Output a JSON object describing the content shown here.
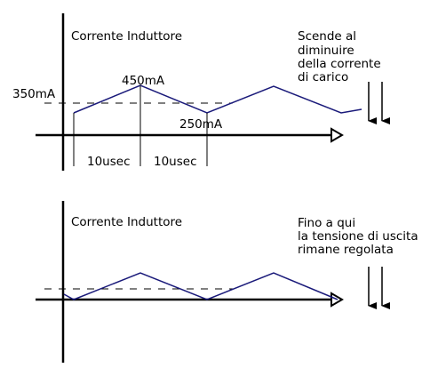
{
  "colors": {
    "axis": "#000000",
    "wave": "#1a1a7a",
    "dash": "#000000"
  },
  "top_diagram": {
    "title": "Corrente Induttore",
    "label_350": "350mA",
    "label_450": "450mA",
    "label_250": "250mA",
    "label_period1": "10usec",
    "label_period2": "10usec",
    "note_lines": [
      "Scende al",
      "diminuire",
      "della corrente",
      "di carico"
    ]
  },
  "bottom_diagram": {
    "title": "Corrente Induttore",
    "note_lines": [
      "Fino a qui",
      "la tensione di uscita",
      "rimane regolata"
    ]
  }
}
